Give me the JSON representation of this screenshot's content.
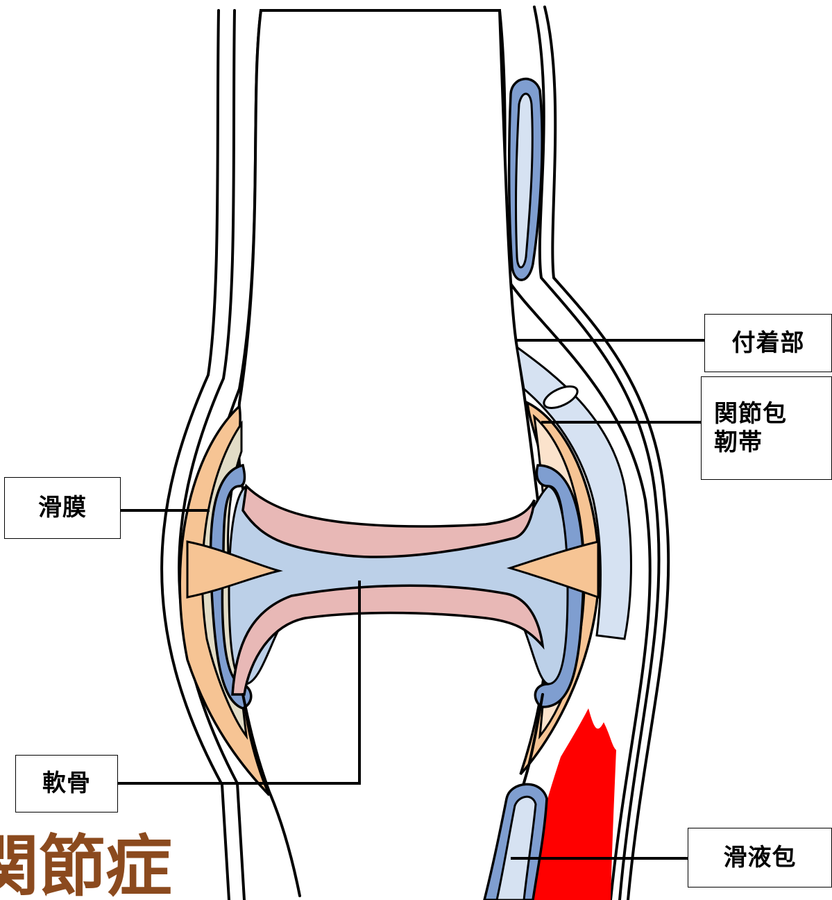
{
  "labels": {
    "synovium": "滑膜",
    "cartilage": "軟骨",
    "attachment": "付着部",
    "capsule_line1": "関節包",
    "capsule_line2": "靭帯",
    "bursa": "滑液包"
  },
  "title_fragment": "関節症",
  "colors": {
    "title": "#8b4a1e",
    "cartilage": "#e8b8b6",
    "synovial_fluid": "#bcd0e8",
    "synovium": "#7f9ed0",
    "capsule": "#f6c494",
    "meniscus": "#f6c494",
    "capsule_inner": "#e2dcc6",
    "ligament": "#d6e2f2",
    "inflammation": "#ff0000",
    "outline": "#000000"
  }
}
